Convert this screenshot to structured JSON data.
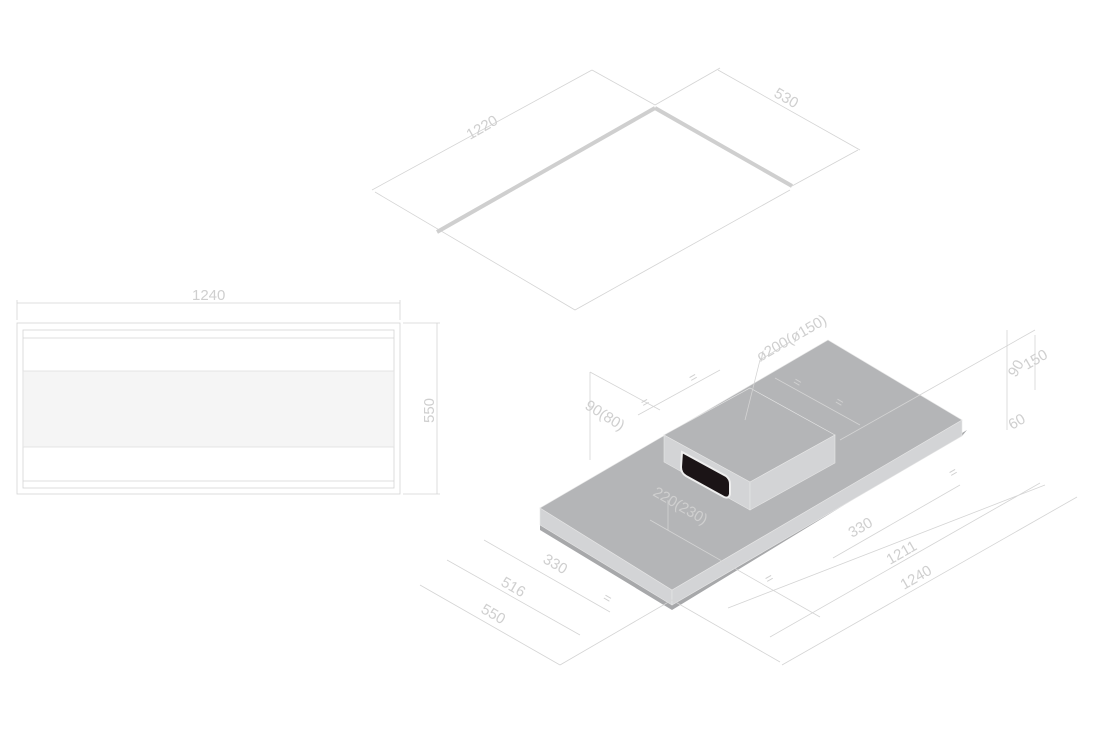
{
  "top_view": {
    "length_label": "1220",
    "depth_label": "530"
  },
  "front_view": {
    "width_label": "1240",
    "height_label": "550"
  },
  "iso_view": {
    "duct_diameter_label": "ø200(ø150)",
    "outlet_height_label": "90(80)",
    "outlet_width_label": "220(230)",
    "right_offset_label": "330",
    "inner_length_label": "1211",
    "total_length_label": "1240",
    "front_offset_label": "330",
    "inner_depth_label": "516",
    "total_depth_label": "550",
    "motor_height_label": "90",
    "total_height_label": "150",
    "body_height_label": "60",
    "equal_mark": "="
  },
  "colors": {
    "body": "#b4b5b7",
    "side": "#d3d4d6",
    "shadow": "#a7a8aa",
    "line": "#d4d4d4",
    "outlet": "#1b1416"
  }
}
